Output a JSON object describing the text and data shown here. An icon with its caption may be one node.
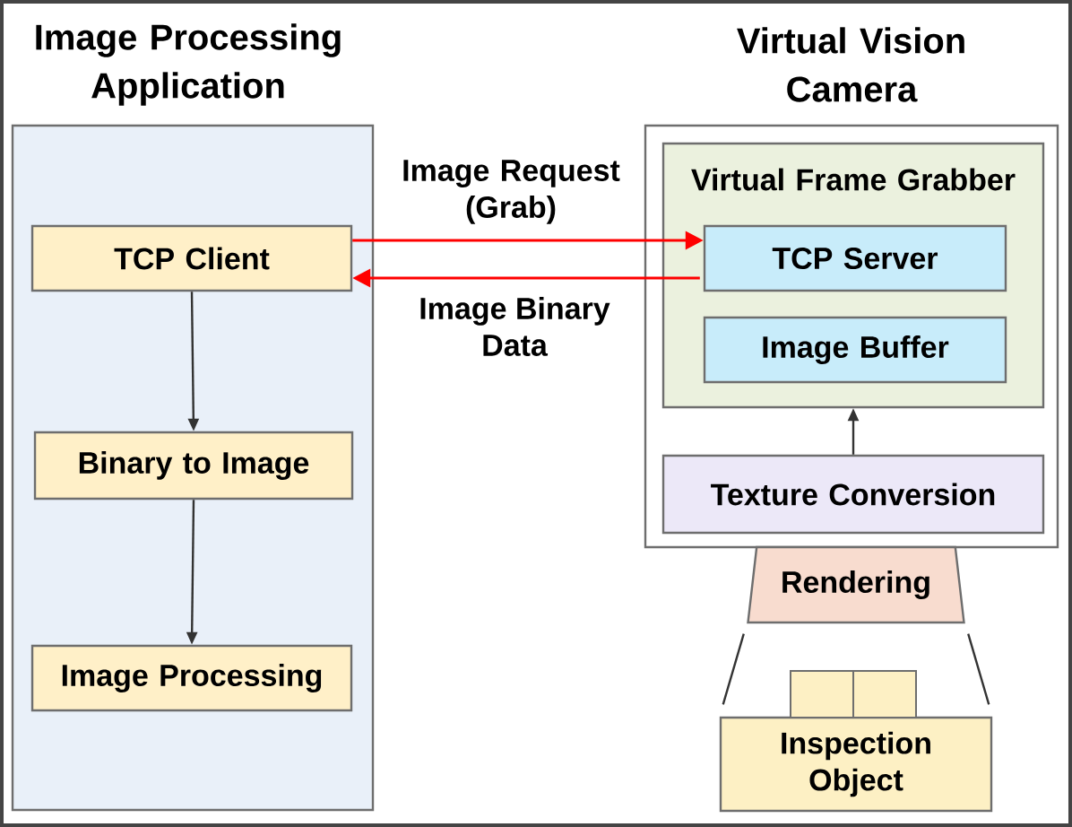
{
  "diagram": {
    "nodes": [
      {
        "text": [
          "Image Processing Application"
        ]
      },
      {
        "text": [
          "TCP Client"
        ],
        "in": 0
      },
      {
        "text": [
          "Binary to Image"
        ],
        "in": 0
      },
      {
        "text": [
          "Image Processing"
        ],
        "in": 0
      },
      {
        "text": [
          "Virtual Vision Camera"
        ]
      },
      {
        "text": [
          "Virtual Frame Grabber"
        ],
        "in": 4
      },
      {
        "text": [
          "TCP Server"
        ],
        "in": 5
      },
      {
        "text": [
          "Image Buffer"
        ],
        "in": 5
      },
      {
        "text": [
          "Texture Conversion"
        ],
        "in": 4
      },
      {
        "text": [
          "Rendering"
        ]
      },
      {
        "text": [
          "Inspection Object"
        ]
      }
    ],
    "edges": [
      {
        "from": 1,
        "to": 6,
        "arrow": "to",
        "label": "Image Request (Grab)",
        "color": "#ff0000"
      },
      {
        "from": 6,
        "to": 1,
        "arrow": "to",
        "label": "Image Binary Data",
        "color": "#ff0000"
      },
      {
        "from": 1,
        "to": 2,
        "arrow": "to"
      },
      {
        "from": 2,
        "to": 3,
        "arrow": "to"
      },
      {
        "from": 8,
        "to": 5,
        "arrow": "to"
      },
      {
        "from": 9,
        "to": 10,
        "arrow": "none"
      },
      {
        "from": 9,
        "to": 10,
        "arrow": "none"
      }
    ]
  }
}
